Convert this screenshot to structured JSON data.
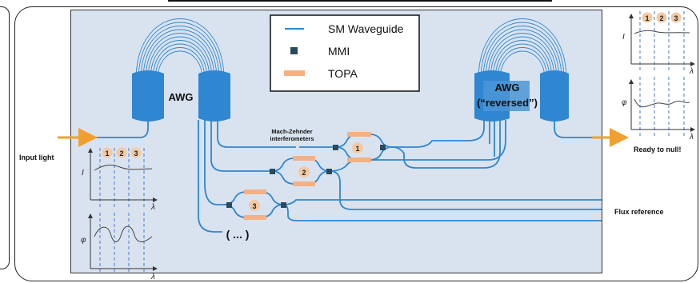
{
  "legend": {
    "waveguide": "SM Waveguide",
    "mmi": "MMI",
    "topa": "TOPA"
  },
  "labels": {
    "awg_left": "AWG",
    "awg_right_line1": "AWG",
    "awg_right_line2": "(“reversed”)",
    "mzi_line1": "Mach-Zehnder",
    "mzi_line2": "interferometers",
    "ellipsis": "( ... )",
    "input_light": "Input light",
    "ready": "Ready to null!",
    "flux_reference": "Flux reference",
    "intensity_axis": "I",
    "phase_axis": "φ",
    "wavelength_axis": "λ"
  },
  "channels": [
    "1",
    "2",
    "3"
  ],
  "colors": {
    "panel_bg": "#d9e3f0",
    "waveguide": "#2f86d1",
    "awg_body": "#2f86d1",
    "mmi": "#2a4a5c",
    "topa": "#f4b183",
    "arrow": "#f0a030",
    "marker": "#f3c9a4",
    "dashed": "#4a78c8"
  }
}
